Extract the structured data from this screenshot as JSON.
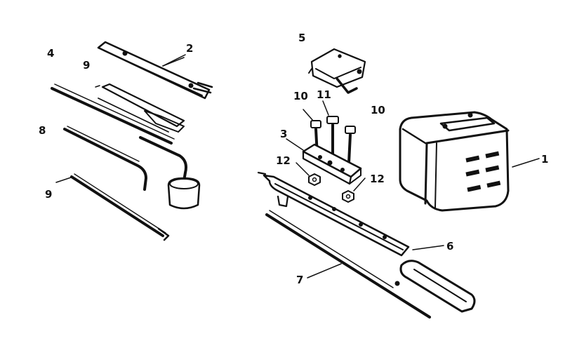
{
  "callouts": {
    "c1": "1",
    "c2": "2",
    "c3": "3",
    "c4": "4",
    "c5": "5",
    "c6": "6",
    "c7": "7",
    "c8": "8",
    "c9a": "9",
    "c9b": "9",
    "c10a": "10",
    "c10b": "10",
    "c11": "11",
    "c12a": "12",
    "c12b": "12"
  }
}
